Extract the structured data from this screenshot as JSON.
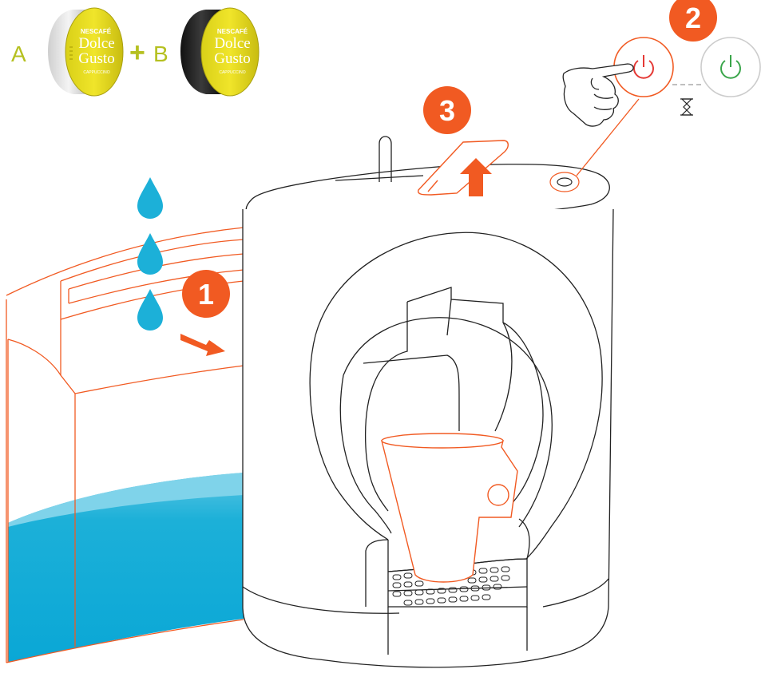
{
  "capsules": {
    "label_a": "A",
    "plus": "+",
    "label_b": "B",
    "brand_top": "NESCAFÉ",
    "brand_line1": "Dolce",
    "brand_line2": "Gusto",
    "variety": "CAPPUCCINO"
  },
  "steps": {
    "step1": "1",
    "step2": "2",
    "step3": "3"
  },
  "icons": {
    "power_off": "power-icon",
    "power_on": "power-icon",
    "hand": "pointing-hand-icon",
    "timer": "hourglass-icon",
    "water": "water-drop-icon",
    "arrow": "arrow-icon"
  },
  "colors": {
    "accent_orange": "#f15a22",
    "capsule_label_green": "#b5c020",
    "water_blue": "#1cb0d8",
    "power_red": "#e53935",
    "power_green": "#3aa54a",
    "outline": "#222222"
  }
}
